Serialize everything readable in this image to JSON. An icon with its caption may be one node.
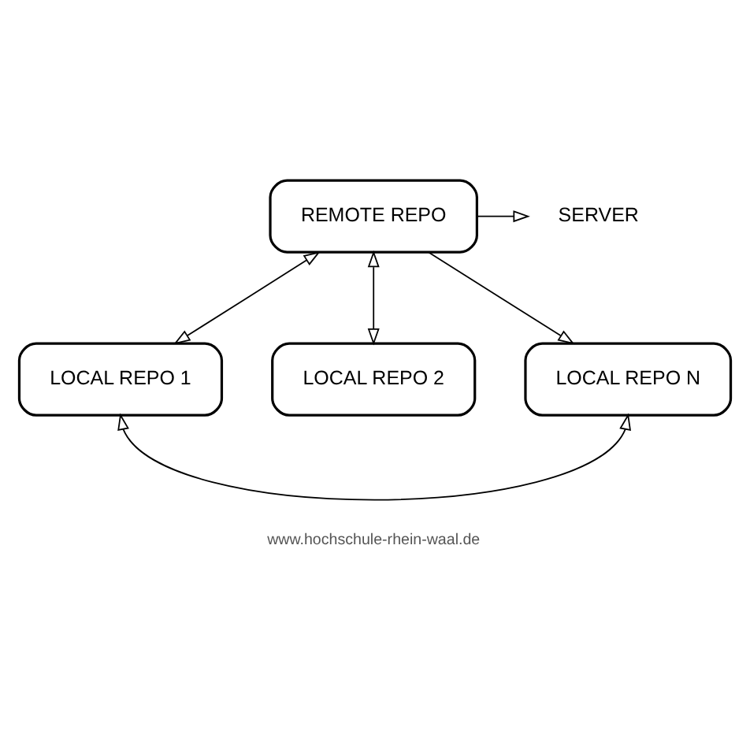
{
  "diagram": {
    "nodes": [
      {
        "text": [
          "REMOTE REPO"
        ]
      },
      {
        "text": [
          "SERVER"
        ]
      },
      {
        "text": [
          "LOCAL REPO 1"
        ]
      },
      {
        "text": [
          "LOCAL REPO 2"
        ]
      },
      {
        "text": [
          "LOCAL REPO N"
        ]
      }
    ],
    "edges": [
      {
        "from": 0,
        "to": 1,
        "arrow": "to"
      },
      {
        "from": 0,
        "to": 2,
        "arrow": "both"
      },
      {
        "from": 0,
        "to": 3,
        "arrow": "both"
      },
      {
        "from": 0,
        "to": 4,
        "arrow": "to"
      },
      {
        "from": 2,
        "to": 4,
        "arrow": "both"
      }
    ],
    "labels": [
      "www.hochschule-rhein-waal.de"
    ]
  }
}
